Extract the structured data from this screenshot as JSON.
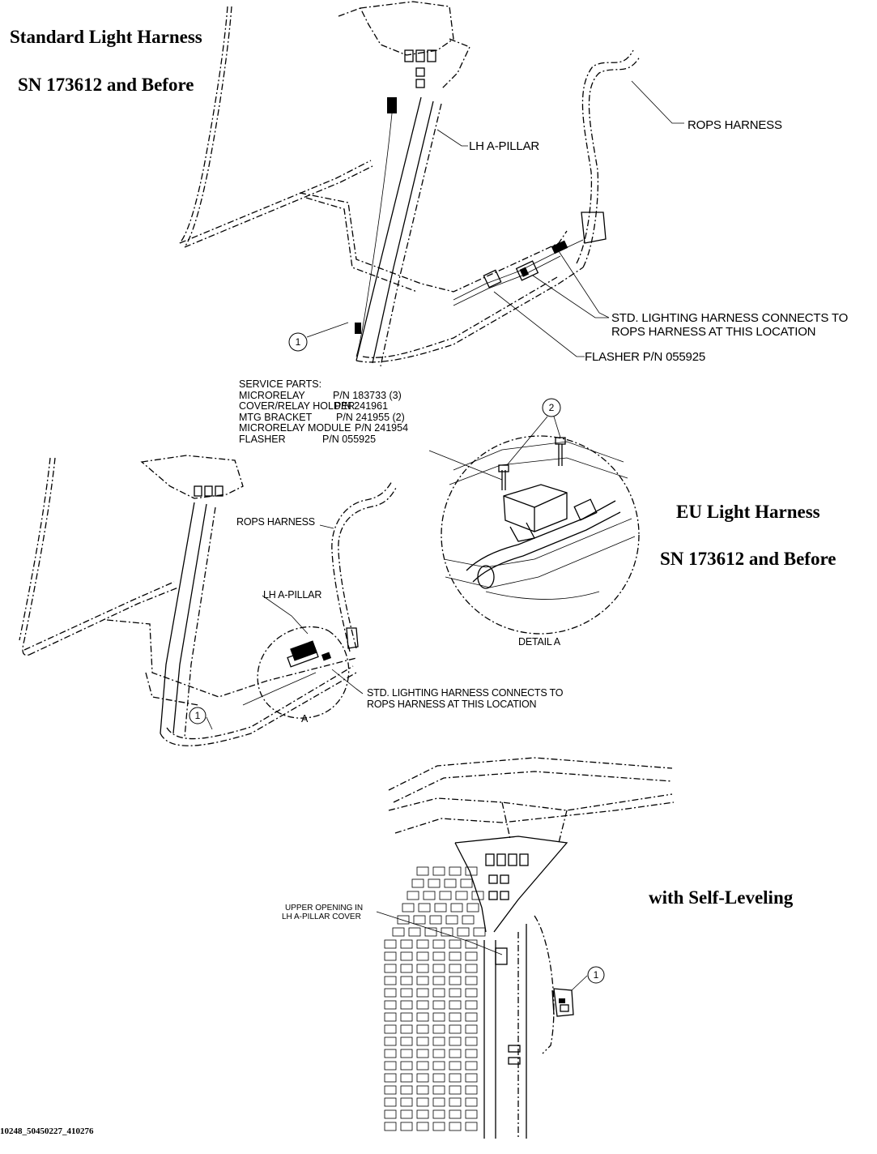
{
  "headings": {
    "standard_title": "Standard Light Harness",
    "standard_sn": "SN 173612 and Before",
    "eu_title": "EU Light Harness",
    "eu_sn": "SN 173612 and Before",
    "self_leveling": "with Self-Leveling"
  },
  "standard_view": {
    "rops_harness": "ROPS HARNESS",
    "lh_a_pillar": "LH A-PILLAR",
    "connects_line1": "STD. LIGHTING HARNESS CONNECTS TO",
    "connects_line2": "ROPS HARNESS AT THIS LOCATION",
    "flasher": "FLASHER P/N 055925",
    "callout": "1"
  },
  "service_parts": {
    "title": "SERVICE PARTS:",
    "items": [
      {
        "name": "MICRORELAY",
        "pn": "P/N 183733 (3)"
      },
      {
        "name": "COVER/RELAY HOLDER",
        "pn": "P/N 241961"
      },
      {
        "name": "MTG BRACKET",
        "pn": "P/N 241955 (2)"
      },
      {
        "name": "MICRORELAY MODULE",
        "pn": "P/N 241954"
      },
      {
        "name": "FLASHER",
        "pn": "P/N 055925"
      }
    ]
  },
  "eu_view": {
    "rops_harness": "ROPS HARNESS",
    "lh_a_pillar": "LH A-PILLAR",
    "connects_line1": "STD. LIGHTING HARNESS CONNECTS TO",
    "connects_line2": "ROPS HARNESS AT THIS LOCATION",
    "detail_marker": "A",
    "callout": "1",
    "detail_callout": "2",
    "detail_label": "DETAIL  A"
  },
  "self_level_view": {
    "upper_opening_line1": "UPPER OPENING IN",
    "upper_opening_line2": "LH A-PILLAR COVER",
    "callout": "1"
  },
  "footer_code": "10248_50450227_410276"
}
